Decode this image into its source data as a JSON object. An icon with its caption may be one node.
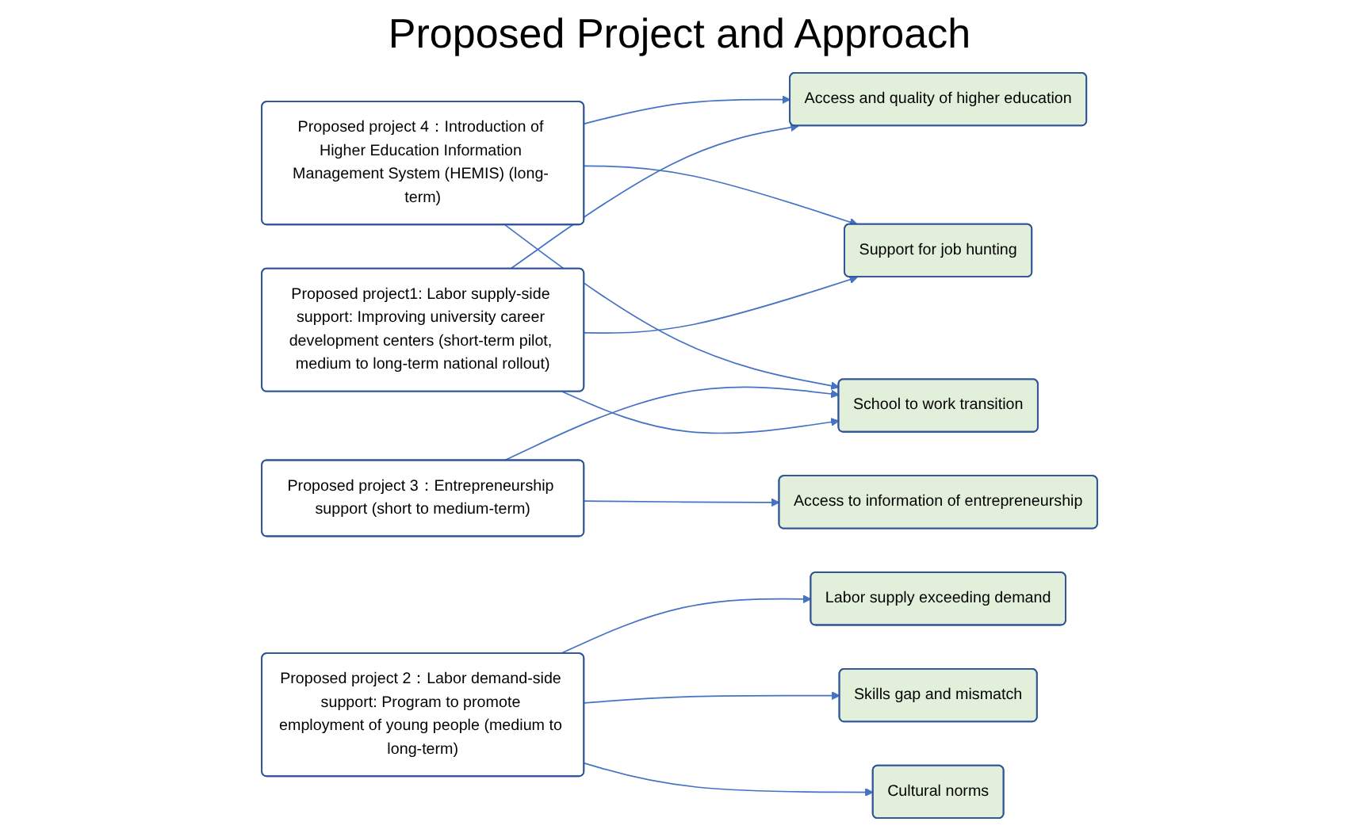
{
  "diagram": {
    "title": "Proposed Project and Approach",
    "nodes": [
      {
        "text": [
          "Proposed project1: Labor supply-side support: Improving university career development centers (short-term pilot, medium to long-term national rollout)"
        ]
      },
      {
        "text": [
          "Proposed project 2：Labor demand-side support: Program to promote employment of young people (medium to long-term)"
        ]
      },
      {
        "text": [
          "Proposed project 3：Entrepreneurship support (short to medium-term)"
        ]
      },
      {
        "text": [
          "Proposed project 4：Introduction of Higher Education Information Management System (HEMIS) (long- term)"
        ]
      },
      {
        "text": [
          "Access and quality of higher education"
        ]
      },
      {
        "text": [
          "School to work transition"
        ]
      },
      {
        "text": [
          "Support for job hunting"
        ]
      },
      {
        "text": [
          "Labor supply exceeding demand"
        ]
      },
      {
        "text": [
          "Skills gap and mismatch"
        ]
      },
      {
        "text": [
          "Cultural norms"
        ]
      },
      {
        "text": [
          "Access to information of entrepreneurship"
        ]
      }
    ],
    "edges": [
      {
        "from": 0,
        "to": 4,
        "arrow": "to"
      },
      {
        "from": 0,
        "to": 5,
        "arrow": "to"
      },
      {
        "from": 0,
        "to": 6,
        "arrow": "to"
      },
      {
        "from": 1,
        "to": 7,
        "arrow": "to"
      },
      {
        "from": 1,
        "to": 8,
        "arrow": "to"
      },
      {
        "from": 1,
        "to": 9,
        "arrow": "to"
      },
      {
        "from": 2,
        "to": 5,
        "arrow": "to"
      },
      {
        "from": 2,
        "to": 10,
        "arrow": "to"
      },
      {
        "from": 3,
        "to": 4,
        "arrow": "to"
      },
      {
        "from": 3,
        "to": 5,
        "arrow": "to"
      },
      {
        "from": 3,
        "to": 6,
        "arrow": "to"
      }
    ]
  }
}
